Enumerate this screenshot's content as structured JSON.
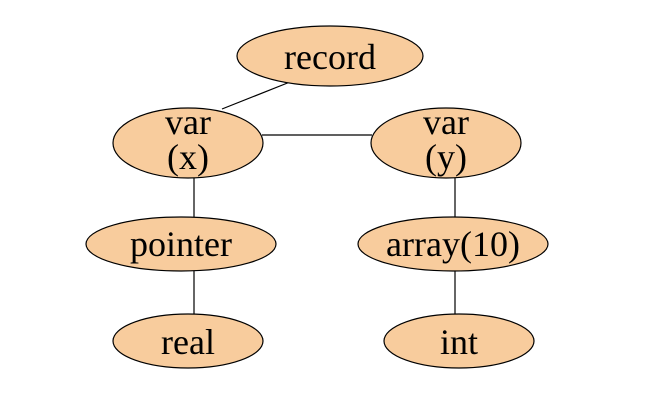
{
  "diagram": {
    "colors": {
      "node_fill": "#f8cc9d",
      "node_stroke": "#000000",
      "edge": "#000000"
    },
    "nodes": {
      "record": {
        "label": "record"
      },
      "var_x": {
        "label_line1": "var",
        "label_line2": "(x)"
      },
      "var_y": {
        "label_line1": "var",
        "label_line2": "(y)"
      },
      "pointer": {
        "label": "pointer"
      },
      "array": {
        "label": "array(10)"
      },
      "real": {
        "label": "real"
      },
      "int": {
        "label": "int"
      }
    },
    "edges": [
      {
        "from": "record",
        "to": "var_x"
      },
      {
        "from": "var_x",
        "to": "var_y"
      },
      {
        "from": "var_x",
        "to": "pointer"
      },
      {
        "from": "pointer",
        "to": "real"
      },
      {
        "from": "var_y",
        "to": "array"
      },
      {
        "from": "array",
        "to": "int"
      }
    ]
  }
}
